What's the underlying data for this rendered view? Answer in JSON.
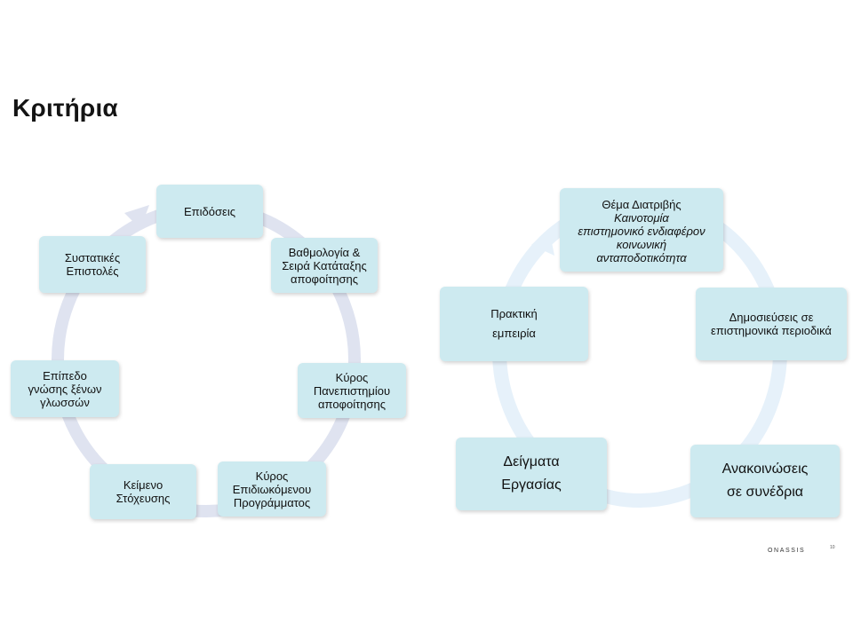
{
  "title": "Κριτήρια",
  "left_cycle": {
    "items": [
      {
        "lines": [
          "Επιδόσεις"
        ]
      },
      {
        "lines": [
          "Βαθμολογία &",
          "Σειρά Κατάταξης",
          "αποφοίτησης"
        ]
      },
      {
        "lines": [
          "Κύρος",
          "Πανεπιστημίου",
          "αποφοίτησης"
        ]
      },
      {
        "lines": [
          "Κύρος",
          "Επιδιωκόμενου",
          "Προγράμματος"
        ]
      },
      {
        "lines": [
          "Κείμενο",
          "Στόχευσης"
        ]
      },
      {
        "lines": [
          "Επίπεδο",
          "γνώσης ξένων",
          "γλωσσών"
        ]
      },
      {
        "lines": [
          "Συστατικές",
          "Επιστολές"
        ]
      }
    ]
  },
  "right_cycle": {
    "items": [
      {
        "lines": [
          "Θέμα Διατριβής"
        ],
        "italic_lines": [
          "Καινοτομία",
          "επιστημονικό ενδιαφέρον",
          "κοινωνική",
          "ανταποδοτικότητα"
        ]
      },
      {
        "lines": [
          "Δημοσιεύσεις σε",
          "επιστημονικά περιοδικά"
        ]
      },
      {
        "lines": [
          "Ανακοινώσεις",
          "σε συνέδρια"
        ]
      },
      {
        "lines": [
          "Δείγματα",
          "Εργασίας"
        ]
      },
      {
        "lines": [
          "Πρακτική",
          "εμπειρία"
        ]
      }
    ]
  },
  "footer": {
    "brand": "ONASSIS",
    "page": "10"
  },
  "colors": {
    "box_fill": "#cdeaf0",
    "left_ring": "#dfe3f0",
    "right_ring": "#e6f1fa"
  }
}
